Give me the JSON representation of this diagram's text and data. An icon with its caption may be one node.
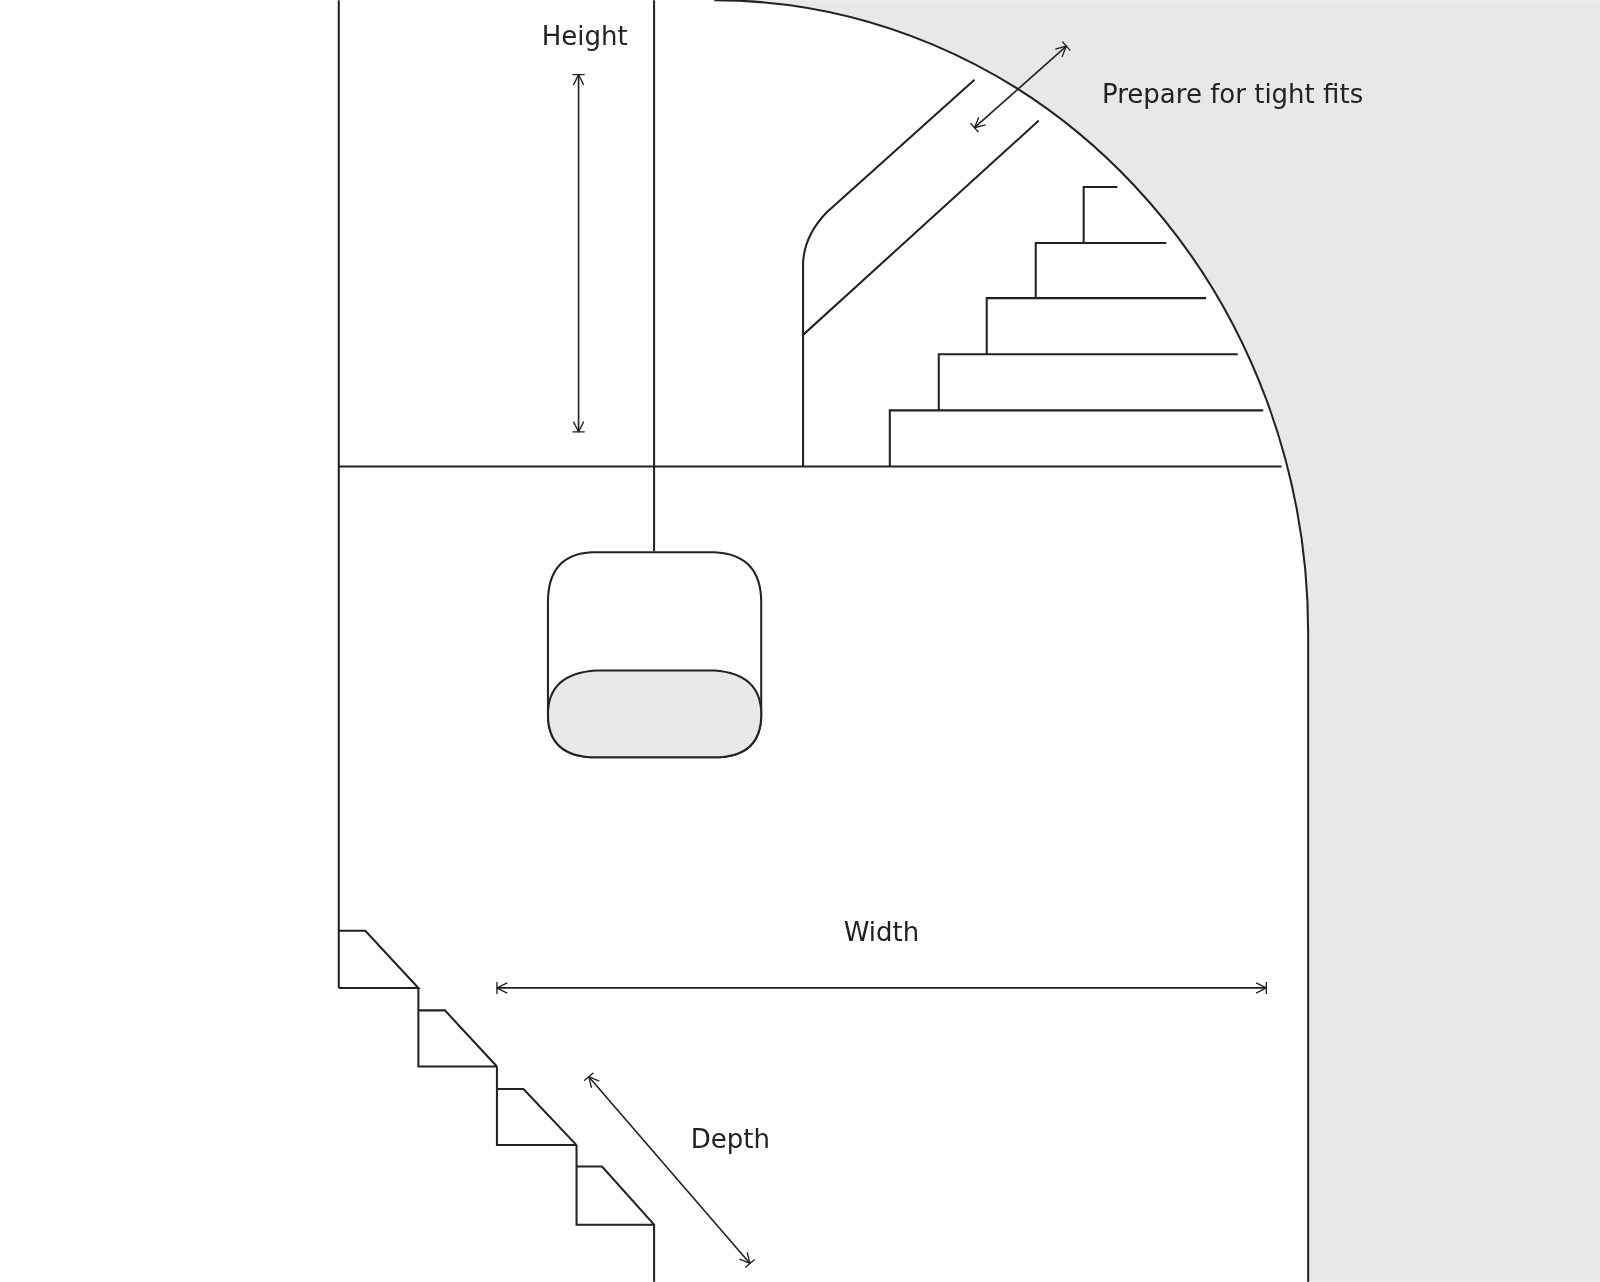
{
  "diagram": {
    "labels": [
      "Height",
      "Prepare for tight fits",
      "Width",
      "Depth"
    ]
  }
}
